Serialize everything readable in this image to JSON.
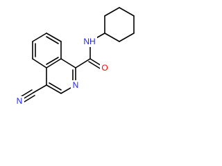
{
  "colors": {
    "bond": "#000000",
    "carbon": "#000000",
    "nitrogen": "#2020ff",
    "oxygen": "#ff0000",
    "background": "#ffffff"
  },
  "labels": {
    "nh": "NH",
    "o": "O",
    "ring_n": "N",
    "nitrile_n": "N"
  }
}
